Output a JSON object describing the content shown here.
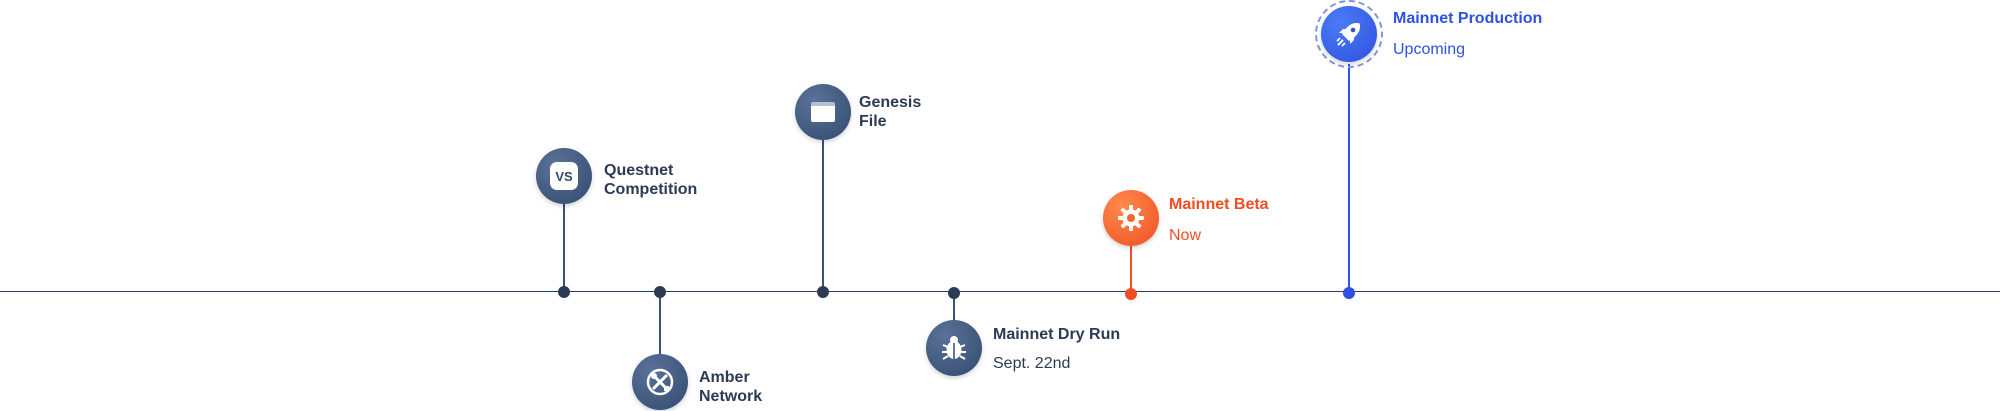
{
  "colors": {
    "navy": "#3a5176",
    "axis": "#2f3f5a",
    "orange": "#f04e23",
    "blue": "#2f50e0"
  },
  "milestones": [
    {
      "id": "questnet",
      "title_line1": "Questnet",
      "title_line2": "Competition",
      "icon": "vs-icon",
      "badge_text": "VS"
    },
    {
      "id": "amber",
      "title_line1": "Amber",
      "title_line2": "Network",
      "icon": "network-tools-icon"
    },
    {
      "id": "genesis",
      "title_line1": "Genesis",
      "title_line2": "File",
      "icon": "folder-icon"
    },
    {
      "id": "dryrun",
      "title_line1": "Mainnet Dry Run",
      "subtitle": "Sept. 22nd",
      "icon": "bug-icon"
    },
    {
      "id": "beta",
      "title_line1": "Mainnet Beta",
      "subtitle": "Now",
      "icon": "gear-icon"
    },
    {
      "id": "production",
      "title_line1": "Mainnet Production",
      "subtitle": "Upcoming",
      "icon": "rocket-icon"
    }
  ]
}
